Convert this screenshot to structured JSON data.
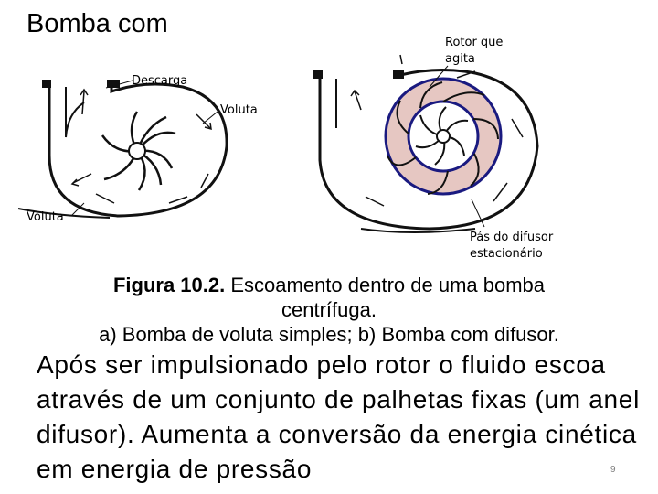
{
  "slide": {
    "title": "Bomba com",
    "page_number": "9"
  },
  "diagram": {
    "labels": {
      "descarga": "Descarga",
      "voluta_top": "Voluta",
      "voluta_bottom": "Voluta",
      "rotor_line1": "Rotor que",
      "rotor_line2": "agita",
      "pas_line1": "Pás do difusor",
      "pas_line2": "estacionário"
    },
    "colors": {
      "rotor_ring": "#1a1a80",
      "rotor_fill": "#e6c7c2",
      "line": "#111111"
    }
  },
  "caption": {
    "figure_label": "Figura 10.2.",
    "text_line1": " Escoamento dentro de uma bomba",
    "text_line2": "centrífuga.",
    "text_line3": "a) Bomba de voluta simples;  b) Bomba com difusor."
  },
  "body": {
    "paragraph": "Após ser impulsionado pelo rotor o fluido escoa através de um conjunto de palhetas fixas (um anel difusor). Aumenta a conversão da energia cinética em energia de pressão"
  }
}
